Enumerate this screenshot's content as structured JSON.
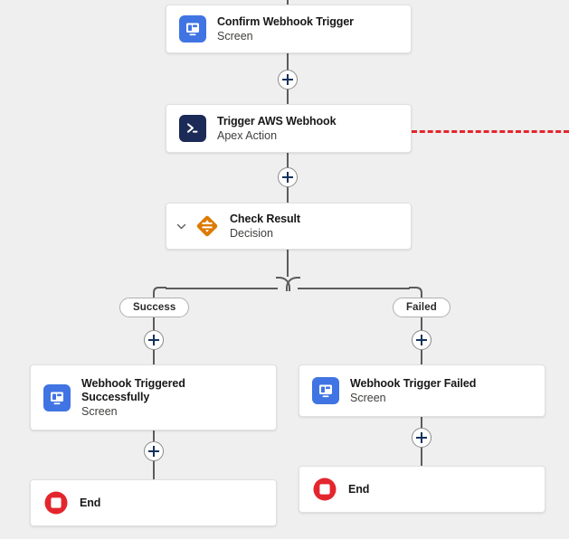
{
  "canvas": {
    "background": "#efefef",
    "connector_color": "#5c5c5c",
    "fault_color": "#e3262e",
    "accent_blue": "#4074e3",
    "apex_navy": "#1b2a57",
    "decision_orange": "#dd7a01",
    "end_red": "#e3262e",
    "plus_glyph_color": "#16325c"
  },
  "nodes": {
    "confirm_webhook_trigger": {
      "title": "Confirm Webhook Trigger",
      "subtitle": "Screen",
      "icon": "screen-icon"
    },
    "trigger_aws_webhook": {
      "title": "Trigger AWS Webhook",
      "subtitle": "Apex Action",
      "icon": "apex-action-icon"
    },
    "check_result": {
      "title": "Check Result",
      "subtitle": "Decision",
      "icon": "decision-icon",
      "collapse_icon": "chevron-down-icon"
    },
    "webhook_triggered_successfully": {
      "title": "Webhook Triggered Successfully",
      "subtitle": "Screen",
      "icon": "screen-icon"
    },
    "webhook_trigger_failed": {
      "title": "Webhook Trigger Failed",
      "subtitle": "Screen",
      "icon": "screen-icon"
    },
    "end_success": {
      "title": "End",
      "icon": "end-icon"
    },
    "end_failed": {
      "title": "End",
      "icon": "end-icon"
    }
  },
  "branches": {
    "success": {
      "label": "Success"
    },
    "failed": {
      "label": "Failed"
    }
  },
  "connectors": {
    "add_element_label": "+",
    "fault_path": "fault-connector"
  }
}
